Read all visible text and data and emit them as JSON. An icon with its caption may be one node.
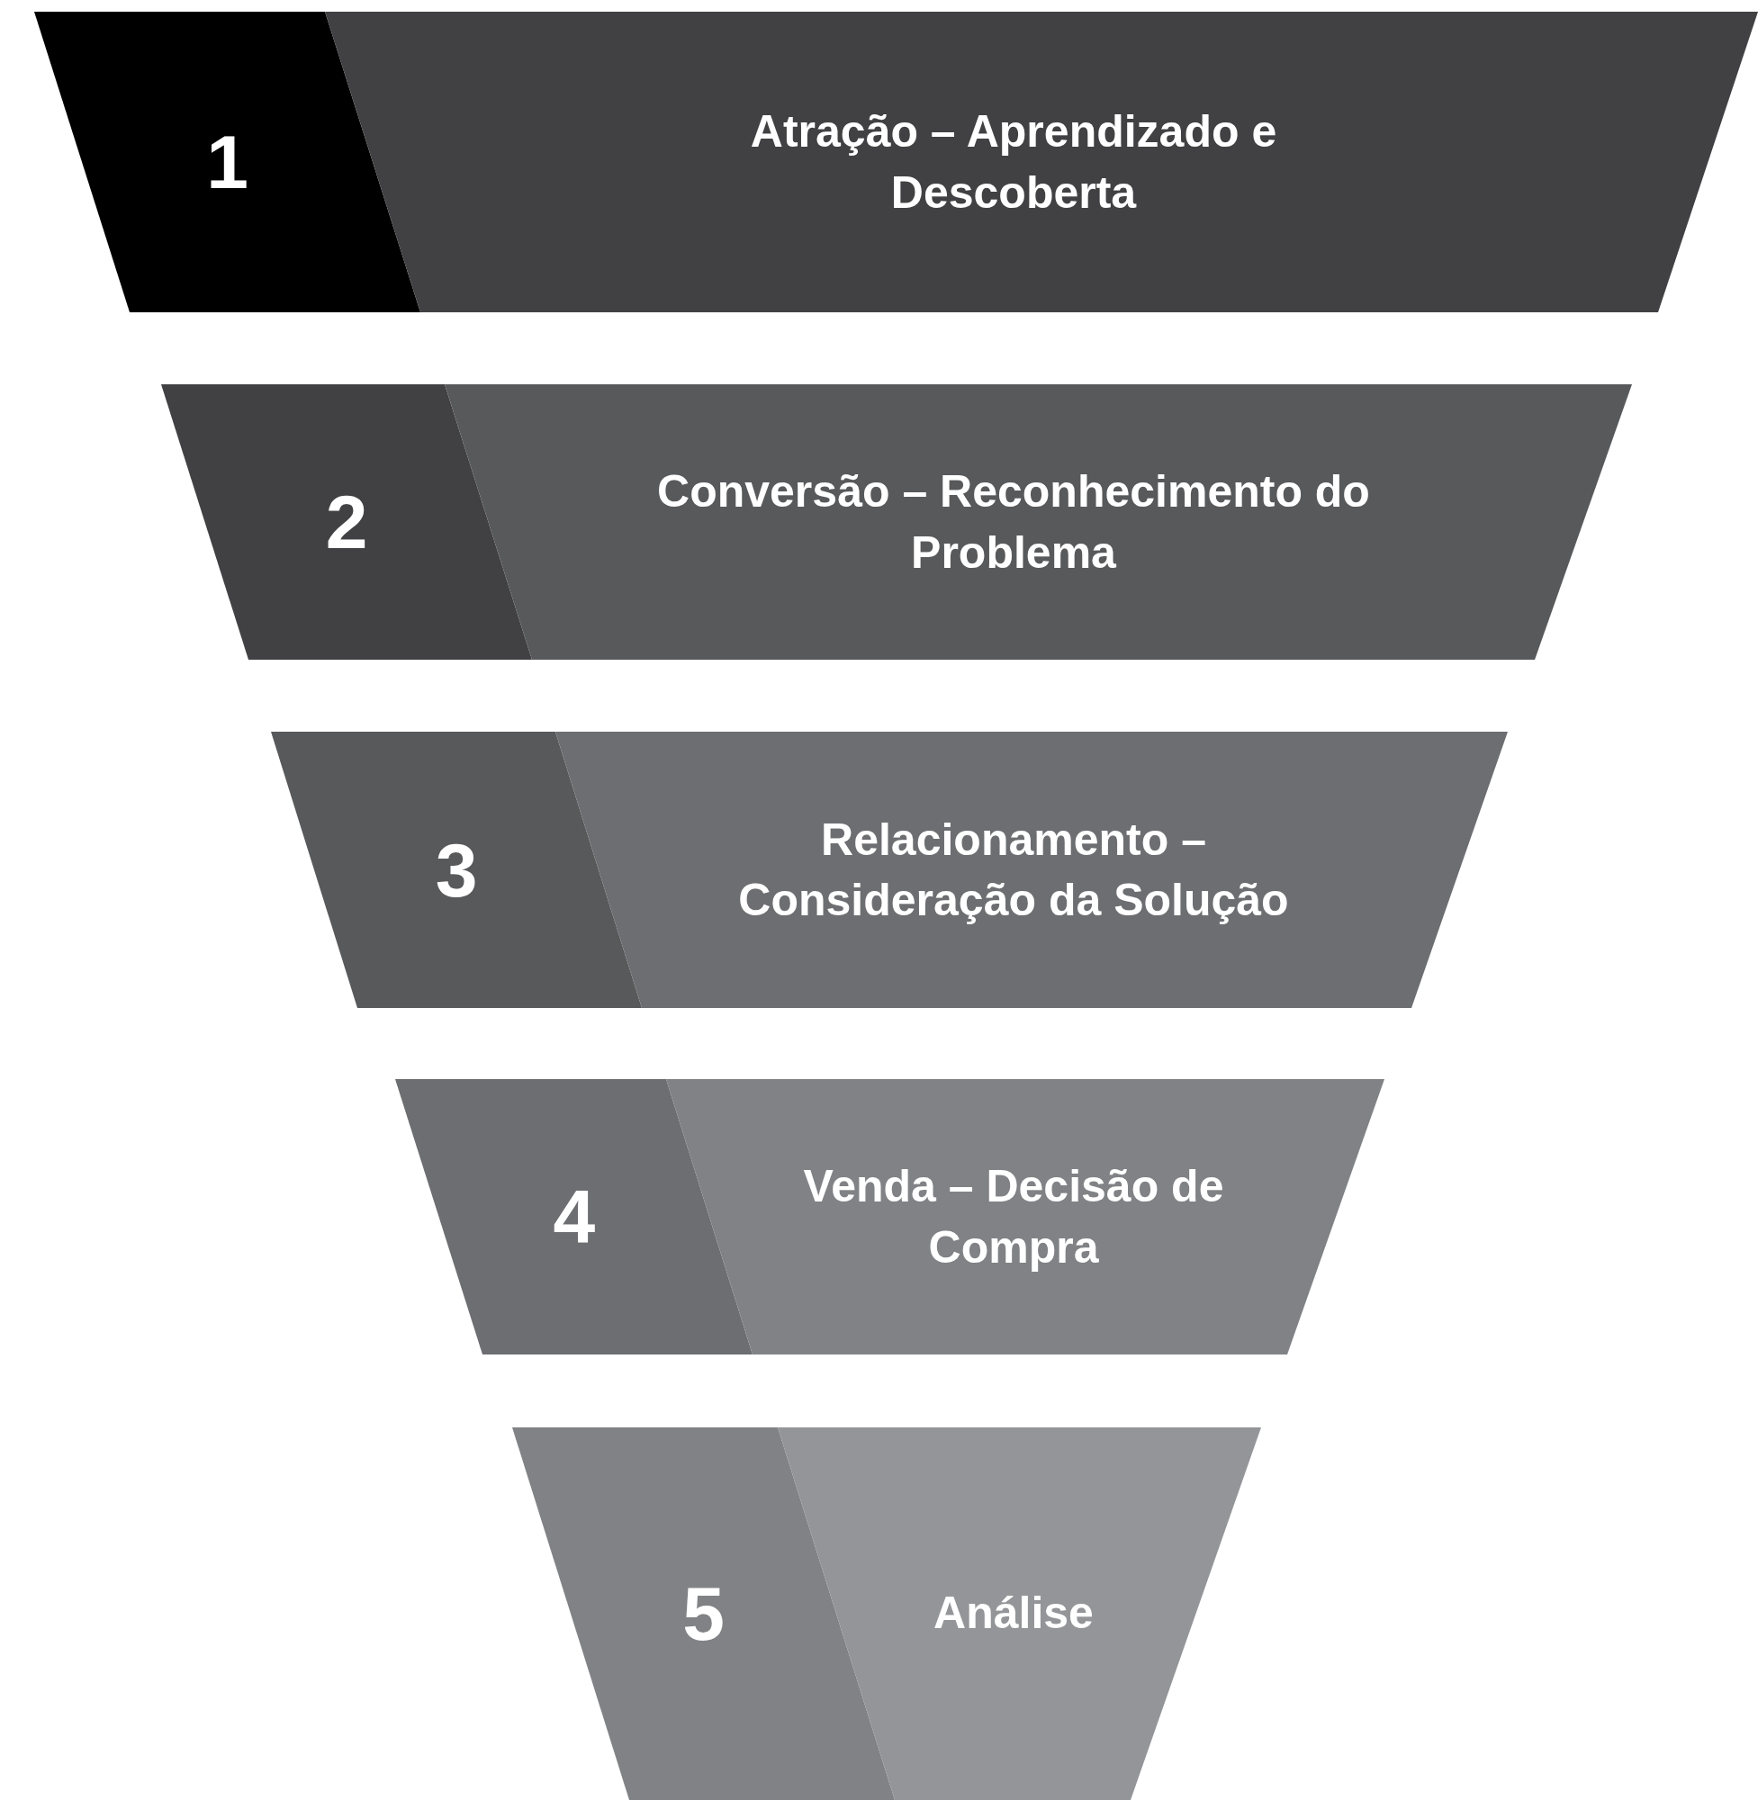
{
  "diagram": {
    "nodes": [
      {
        "text": [
          "1",
          "Atração – Aprendizado e Descoberta"
        ]
      },
      {
        "text": [
          "2",
          "Conversão – Reconhecimento do Problema"
        ]
      },
      {
        "text": [
          "3",
          "Relacionamento – Consideração da Solução"
        ]
      },
      {
        "text": [
          "4",
          "Venda – Decisão de Compra"
        ]
      },
      {
        "text": [
          "5",
          "Análise"
        ]
      }
    ]
  }
}
